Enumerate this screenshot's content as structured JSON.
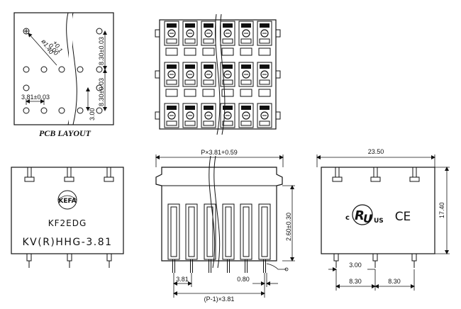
{
  "pcb_layout": {
    "caption": "PCB LAYOUT",
    "hole_dia": "ø1.40+0.1\n      0.00",
    "hole_dia_main": "ø1.40",
    "hole_dia_tol_hi": "+0.1",
    "hole_dia_tol_lo": "0.00",
    "pitch": "3.81±0.03",
    "row_pitch_1": "8.30±0.03",
    "row_pitch_2": "8.30±0.03",
    "edge": "3.00"
  },
  "side_view": {
    "brand": "KEFA",
    "model": "KF2EDG",
    "series": "KV(R)HHG-3.81"
  },
  "front_view": {
    "top_dim": "P×3.81+0.59",
    "height_dim": "2.60±0.30",
    "pitch_dim": "3.81",
    "pin_dim": "0.80",
    "bottom_dim": "(P-1)×3.81"
  },
  "right_view": {
    "width_dim": "23.50",
    "height_dim": "17.40",
    "offset_dim": "3.00",
    "pitch_left": "8.30",
    "pitch_right": "8.30",
    "cert_ul": "c UL us",
    "cert_ce": "CE"
  }
}
